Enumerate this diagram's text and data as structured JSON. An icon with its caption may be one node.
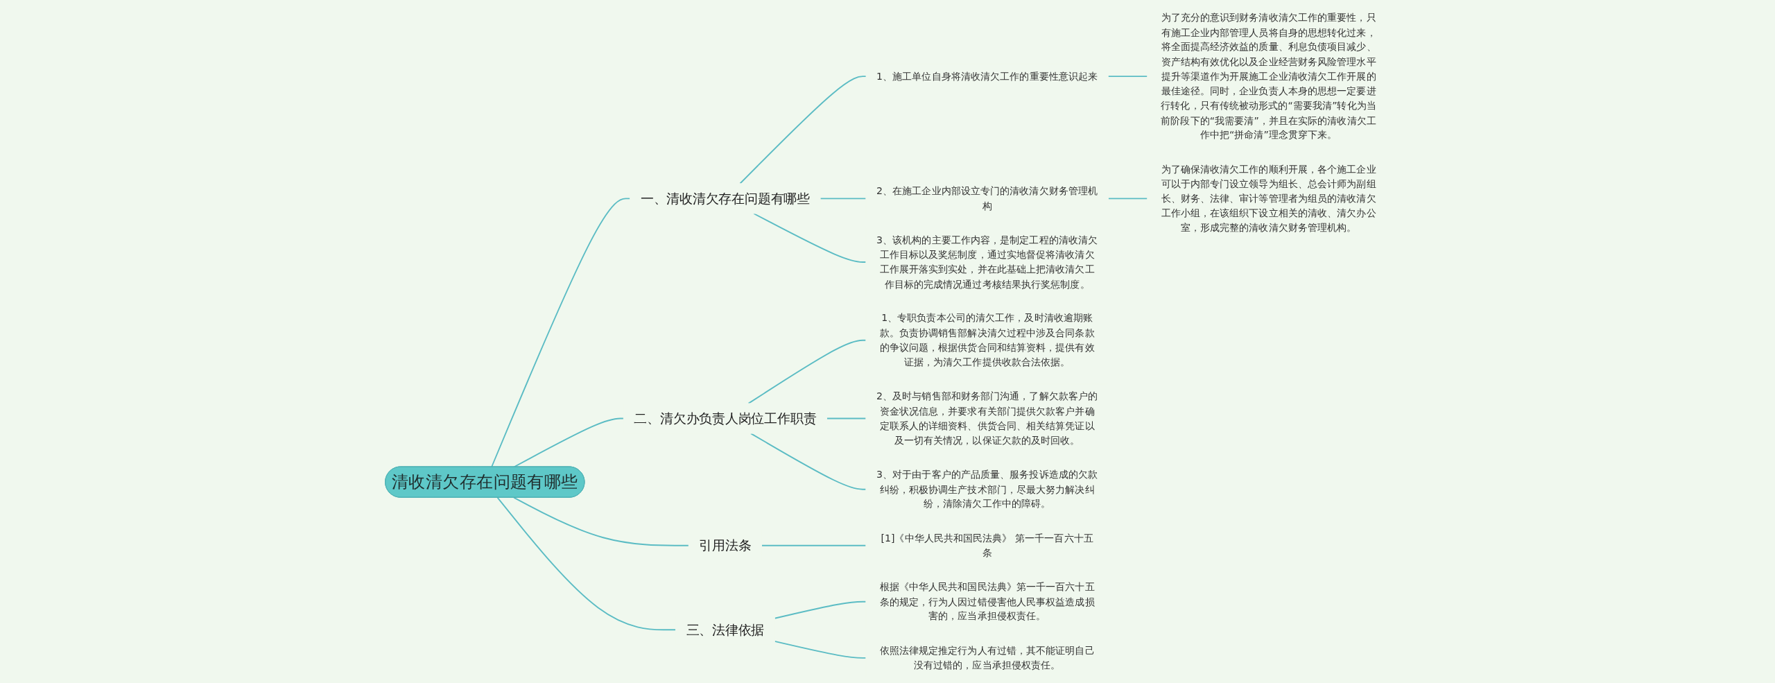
{
  "diagram": {
    "nodes": [
      {
        "text": [
          "清收清欠存在问题有哪些"
        ]
      },
      {
        "text": [
          "一、清收清欠存在问题有哪些"
        ]
      },
      {
        "text": [
          "1、施工单位自身将清收清欠工作的重要性意识起来"
        ]
      },
      {
        "text": [
          "为了充分的意识到财务清收清欠工作的重要性，只有施工企业内部管理人员将自身的思想转化过来，将全面提高经济效益的质量、利息负债项目减少、资产结构有效优化以及企业经营财务风险管理水平提升等渠道作为开展施工企业清收清欠工作开展的最佳途径。同时，企业负责人本身的思想一定要进行转化，只有传统被动形式的“需要我清”转化为当前阶段下的“我需要清”，并且在实际的清收清欠工作中把“拼命清”理念贯穿下来。"
        ]
      },
      {
        "text": [
          "2、在施工企业内部设立专门的清收清欠财务管理机构"
        ]
      },
      {
        "text": [
          "为了确保清收清欠工作的顺利开展，各个施工企业可以于内部专门设立领导为组长、总会计师为副组长、财务、法律、审计等管理者为组员的清收清欠工作小组，在该组织下设立相关的清收、清欠办公室，形成完整的清收清欠财务管理机构。"
        ]
      },
      {
        "text": [
          "3、该机构的主要工作内容，是制定工程的清收清欠工作目标以及奖惩制度，通过实地督促将清收清欠工作展开落实到实处，并在此基础上把清收清欠工作目标的完成情况通过考核结果执行奖惩制度。"
        ]
      },
      {
        "text": [
          "二、清欠办负责人岗位工作职责"
        ]
      },
      {
        "text": [
          "1、专职负责本公司的清欠工作，及时清收逾期账款。负责协调销售部解决清欠过程中涉及合同条款的争议问题，根据供货合同和结算资料，提供有效证据，为清欠工作提供收款合法依据。"
        ]
      },
      {
        "text": [
          "2、及时与销售部和财务部门沟通，了解欠款客户的资金状况信息，并要求有关部门提供欠款客户并确定联系人的详细资料、供货合同、相关结算凭证以及一切有关情况，以保证欠款的及时回收。"
        ]
      },
      {
        "text": [
          "3、对于由于客户的产品质量、服务投诉造成的欠款纠纷，积极协调生产技术部门，尽最大努力解决纠纷，清除清欠工作中的障碍。"
        ]
      },
      {
        "text": [
          "引用法条"
        ]
      },
      {
        "text": [
          "[1]《中华人民共和国民法典》 第一千一百六十五条"
        ]
      },
      {
        "text": [
          "三、法律依据"
        ]
      },
      {
        "text": [
          "根据《中华人民共和国民法典》第一千一百六十五条的规定，行为人因过错侵害他人民事权益造成损害的，应当承担侵权责任。"
        ]
      },
      {
        "text": [
          "依照法律规定推定行为人有过错，其不能证明自己没有过错的，应当承担侵权责任。"
        ]
      }
    ],
    "edges": [
      {
        "from": 0,
        "to": 1,
        "arrow": "none"
      },
      {
        "from": 1,
        "to": 2,
        "arrow": "none"
      },
      {
        "from": 2,
        "to": 3,
        "arrow": "none"
      },
      {
        "from": 1,
        "to": 4,
        "arrow": "none"
      },
      {
        "from": 4,
        "to": 5,
        "arrow": "none"
      },
      {
        "from": 1,
        "to": 6,
        "arrow": "none"
      },
      {
        "from": 0,
        "to": 7,
        "arrow": "none"
      },
      {
        "from": 7,
        "to": 8,
        "arrow": "none"
      },
      {
        "from": 7,
        "to": 9,
        "arrow": "none"
      },
      {
        "from": 7,
        "to": 10,
        "arrow": "none"
      },
      {
        "from": 0,
        "to": 11,
        "arrow": "none"
      },
      {
        "from": 11,
        "to": 12,
        "arrow": "none"
      },
      {
        "from": 0,
        "to": 13,
        "arrow": "none"
      },
      {
        "from": 13,
        "to": 14,
        "arrow": "none"
      },
      {
        "from": 13,
        "to": 15,
        "arrow": "none"
      }
    ]
  }
}
